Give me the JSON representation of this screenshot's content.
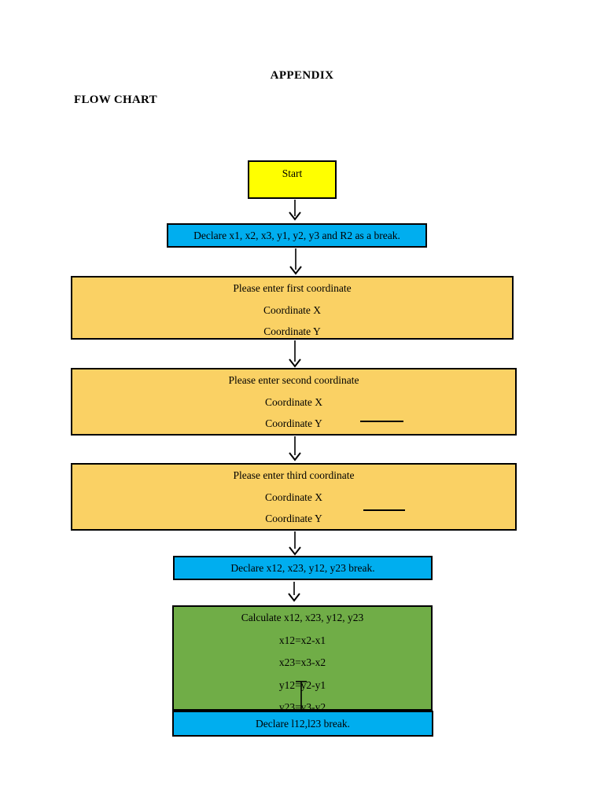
{
  "document": {
    "title": "APPENDIX",
    "heading": "FLOW CHART"
  },
  "flowchart": {
    "start": {
      "label": "Start"
    },
    "declare_vars": {
      "label": "Declare x1, x2, x3, y1, y2, y3 and R2 as a break."
    },
    "enter_first": {
      "lines": [
        "Please enter first coordinate",
        "Coordinate X",
        "Coordinate Y"
      ]
    },
    "enter_second": {
      "lines": [
        "Please enter second coordinate",
        "Coordinate X",
        "Coordinate Y"
      ],
      "has_blank_answer_line": true
    },
    "enter_third": {
      "lines": [
        "Please enter third coordinate",
        "Coordinate X",
        "Coordinate Y"
      ],
      "has_blank_answer_line": true
    },
    "declare_deltas": {
      "label": "Declare x12, x23, y12, y23 break."
    },
    "calculate": {
      "lines": [
        "Calculate x12, x23, y12, y23",
        "x12=x2-x1",
        "x23=x3-x2",
        "y12=y2-y1",
        "y23=y3-y2"
      ]
    },
    "declare_lengths": {
      "label": "Declare l12,l23 break."
    }
  },
  "colors": {
    "start_fill": "#FFFF00",
    "declare_fill": "#00AEEF",
    "input_fill": "#FAD164",
    "calculate_fill": "#70AD47",
    "border": "#000000",
    "text": "#000000",
    "page_background": "#FFFFFF"
  }
}
